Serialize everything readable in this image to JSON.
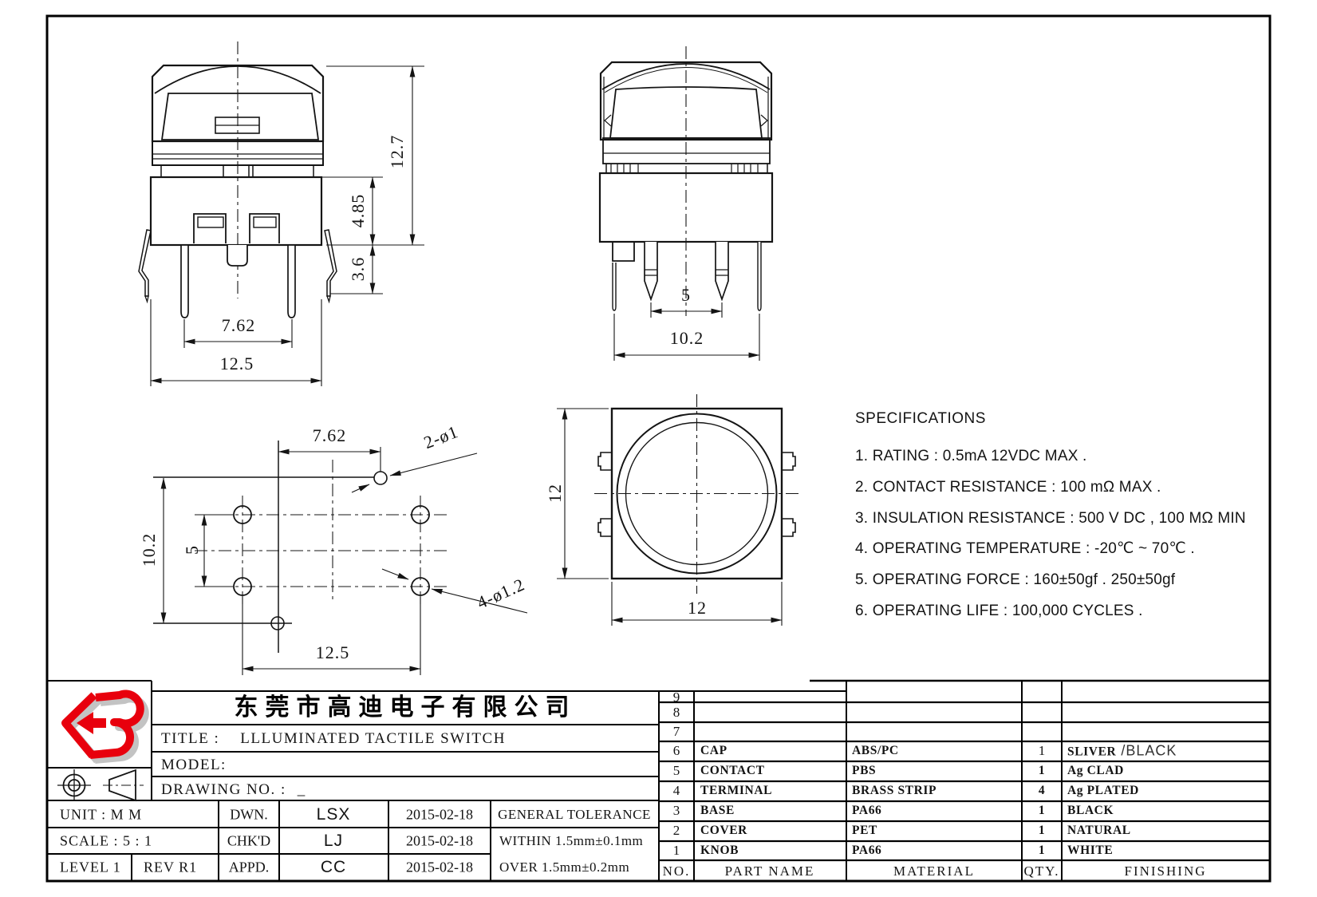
{
  "colors": {
    "line": "#141414",
    "logo_red": "#e8000d",
    "logo_shadow": "#c3c3c3"
  },
  "company": {
    "name": "东莞市高迪电子有限公司"
  },
  "title_block": {
    "title_label": "TITLE :",
    "title_value": "LLLUMINATED TACTILE SWITCH",
    "model_label": "MODEL:",
    "drawing_label": "DRAWING NO.  :",
    "drawing_value": "_",
    "unit_row": [
      "UNIT    :    M M",
      "DWN.",
      "LSX",
      "2015-02-18",
      "GENERAL TOLERANCE"
    ],
    "scale_row": [
      "SCALE  :  5 : 1",
      "CHK'D",
      "LJ",
      "2015-02-18",
      "WITHIN 1.5mm±0.1mm"
    ],
    "level_row": [
      "LEVEL 1",
      "REV  R1",
      "APPD.",
      "CC",
      "2015-02-18",
      "OVER   1.5mm±0.2mm"
    ]
  },
  "parts_table": {
    "headers": [
      "NO.",
      "PART NAME",
      "MATERIAL",
      "QTY.",
      "FINISHING"
    ],
    "rows": [
      {
        "no": "9",
        "part": "",
        "material": "",
        "qty": "",
        "finishing": ""
      },
      {
        "no": "8",
        "part": "",
        "material": "",
        "qty": "",
        "finishing": ""
      },
      {
        "no": "7",
        "part": "",
        "material": "",
        "qty": "",
        "finishing": ""
      },
      {
        "no": "6",
        "part": "CAP",
        "material": "ABS/PC",
        "qty": "1",
        "finishing": "SLIVER",
        "finishing_alt": "/BLACK"
      },
      {
        "no": "5",
        "part": "CONTACT",
        "material": "PBS",
        "qty": "1",
        "finishing": "Ag CLAD"
      },
      {
        "no": "4",
        "part": "TERMINAL",
        "material": "BRASS STRIP",
        "qty": "4",
        "finishing": "Ag PLATED"
      },
      {
        "no": "3",
        "part": "BASE",
        "material": "PA66",
        "qty": "1",
        "finishing": "BLACK"
      },
      {
        "no": "2",
        "part": "COVER",
        "material": "PET",
        "qty": "1",
        "finishing": "NATURAL"
      },
      {
        "no": "1",
        "part": "KNOB",
        "material": "PA66",
        "qty": "1",
        "finishing": "WHITE"
      }
    ]
  },
  "specs": {
    "title": "SPECIFICATIONS",
    "items": [
      "1. RATING : 0.5mA 12VDC MAX .",
      "2. CONTACT RESISTANCE : 100 mΩ MAX .",
      "3. INSULATION RESISTANCE : 500 V DC , 100 MΩ MIN",
      "4. OPERATING TEMPERATURE : -20℃ ~ 70℃ .",
      "5. OPERATING FORCE : 160±50gf . 250±50gf",
      "6. OPERATING LIFE : 100,000 CYCLES ."
    ]
  },
  "dimensions": {
    "front": {
      "overall_height": "12.7",
      "base_height": "4.85",
      "pin_exposed": "3.6",
      "pin_pitch": "7.62",
      "overall_width": "12.5"
    },
    "side": {
      "led_pin_pitch": "5",
      "outer_pin_pitch": "10.2"
    },
    "bottom": {
      "hole_pitch_x": "7.62",
      "small_holes": "2-ø1",
      "pattern_height": "10.2",
      "hole_pitch_y": "5",
      "large_holes": "4-ø1.2",
      "pattern_width": "12.5"
    },
    "top": {
      "body_height": "12",
      "body_width": "12"
    }
  }
}
